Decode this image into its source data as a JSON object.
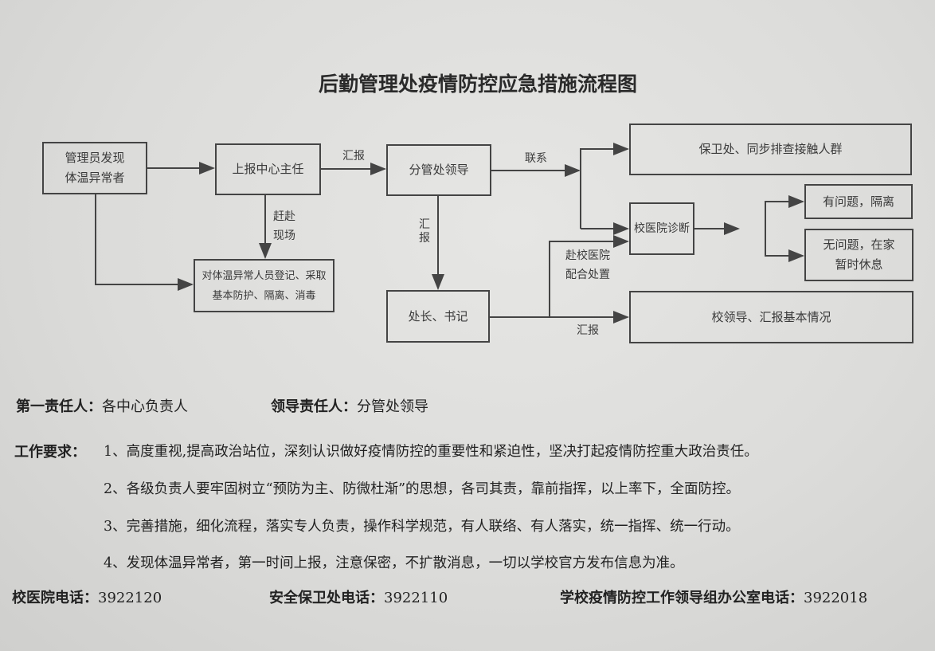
{
  "title": "后勤管理处疫情防控应急措施流程图",
  "nodes": {
    "admin": "管理员发现体温异常者",
    "center": "上报中心主任",
    "leader": "分管处领导",
    "register": "对体温异常人员登记、采取基本防护、隔离、消毒",
    "director": "处长、书记",
    "security": "保卫处、同步排查接触人群",
    "clinic": "校医院诊断",
    "problem": "有问题，隔离",
    "noproblem": "无问题，在家暂时休息",
    "school": "校领导、汇报基本情况"
  },
  "edges": {
    "report1": "汇报",
    "contact": "联系",
    "rush": "赶赴现场",
    "report2": "汇报",
    "goclinic": "赴校医院配合处置",
    "report3": "汇报"
  },
  "responsible": {
    "first_label": "第一责任人：",
    "first_value": "各中心负责人",
    "lead_label": "领导责任人：",
    "lead_value": "分管处领导"
  },
  "requirements": {
    "label": "工作要求：",
    "items": [
      "1、高度重视,提高政治站位，深刻认识做好疫情防控的重要性和紧迫性，坚决打起疫情防控重大政治责任。",
      "2、各级负责人要牢固树立“预防为主、防微杜渐”的思想，各司其责，靠前指挥，以上率下，全面防控。",
      "3、完善措施，细化流程，落实专人负责，操作科学规范，有人联络、有人落实，统一指挥、统一行动。",
      "4、发现体温异常者，第一时间上报，注意保密，不扩散消息，一切以学校官方发布信息为准。"
    ]
  },
  "phones": {
    "clinic_label": "校医院电话：",
    "clinic": "3922120",
    "security_label": "安全保卫处电话：",
    "security": "3922110",
    "office_label": "学校疫情防控工作领导组办公室电话：",
    "office": "3922018"
  }
}
